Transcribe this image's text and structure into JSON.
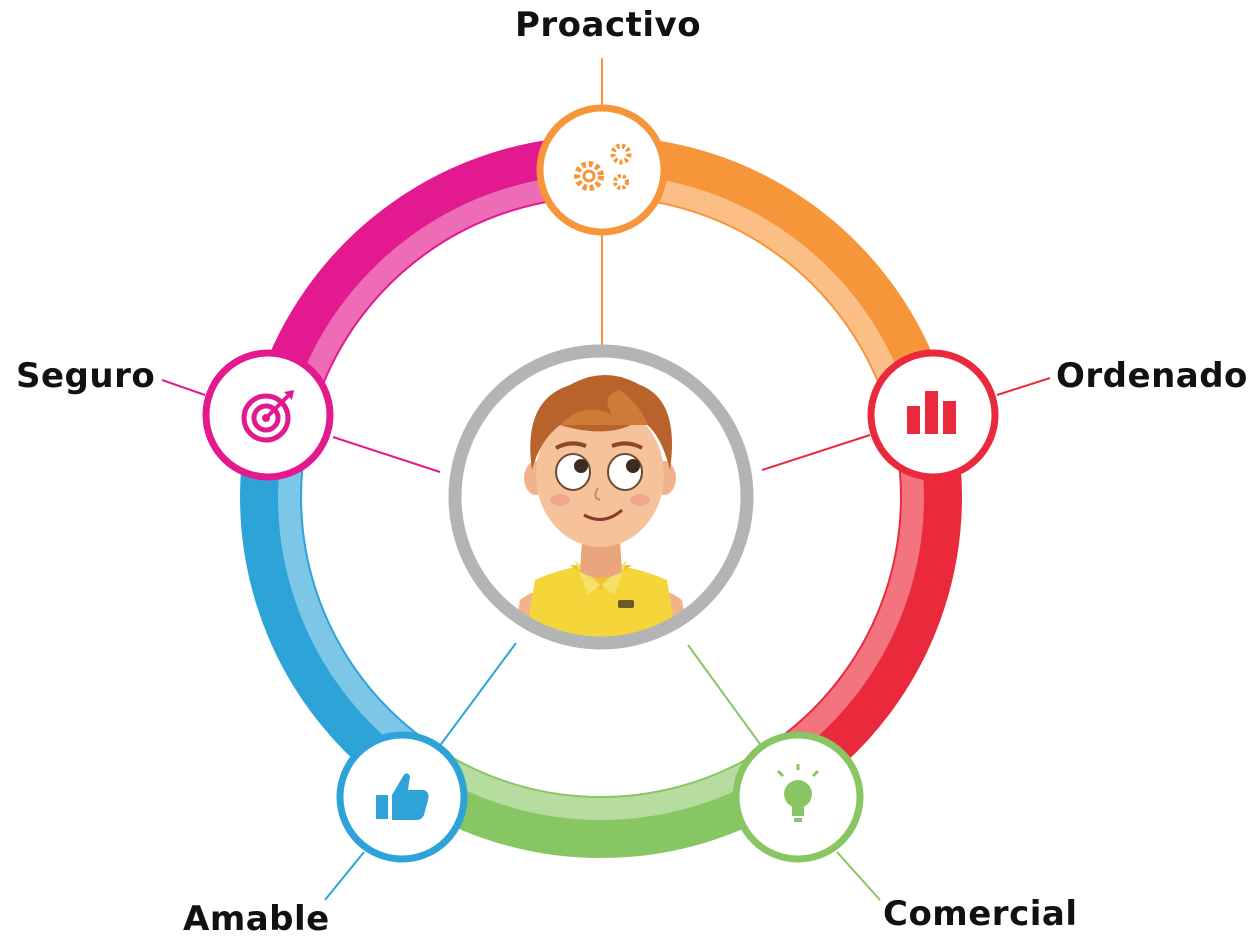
{
  "diagram": {
    "traits": [
      {
        "id": "proactivo",
        "label": "Proactivo",
        "color": "#f7953b",
        "light": "#fbbf86",
        "icon": "gears-icon"
      },
      {
        "id": "ordenado",
        "label": "Ordenado",
        "color": "#ea2a3c",
        "light": "#f3737f",
        "icon": "bar-chart-icon"
      },
      {
        "id": "comercial",
        "label": "Comercial",
        "color": "#88c663",
        "light": "#b6dca0",
        "icon": "lightbulb-icon"
      },
      {
        "id": "amable",
        "label": "Amable",
        "color": "#2ea3d8",
        "light": "#7cc6e8",
        "icon": "thumbs-up-icon"
      },
      {
        "id": "seguro",
        "label": "Seguro",
        "color": "#e2198f",
        "light": "#ee6cb5",
        "icon": "target-icon"
      }
    ],
    "center": {
      "image": "boy-avatar",
      "ring_color": "#b3b4b6"
    }
  }
}
